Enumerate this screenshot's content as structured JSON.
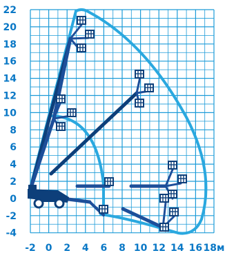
{
  "colors": {
    "grid": "#1c9bd8",
    "envelope": "#2aa8df",
    "arm_dark": "#0d3f7a",
    "arm_mid": "#1d4f9a",
    "labels": "#0a78c6"
  },
  "x_axis": {
    "unit": "м",
    "range": [
      -2,
      18
    ],
    "tick_labels": [
      "-2",
      "0",
      "2",
      "4",
      "6",
      "8",
      "10",
      "12",
      "14",
      "16",
      "18"
    ]
  },
  "y_axis": {
    "range": [
      -4,
      22
    ],
    "tick_labels": [
      "22",
      "20",
      "18",
      "16",
      "14",
      "12",
      "10",
      "8",
      "6",
      "4",
      "2",
      "0",
      "-2",
      "-4"
    ]
  },
  "icons": [
    "platform-basket-icon",
    "machine-base-icon"
  ]
}
